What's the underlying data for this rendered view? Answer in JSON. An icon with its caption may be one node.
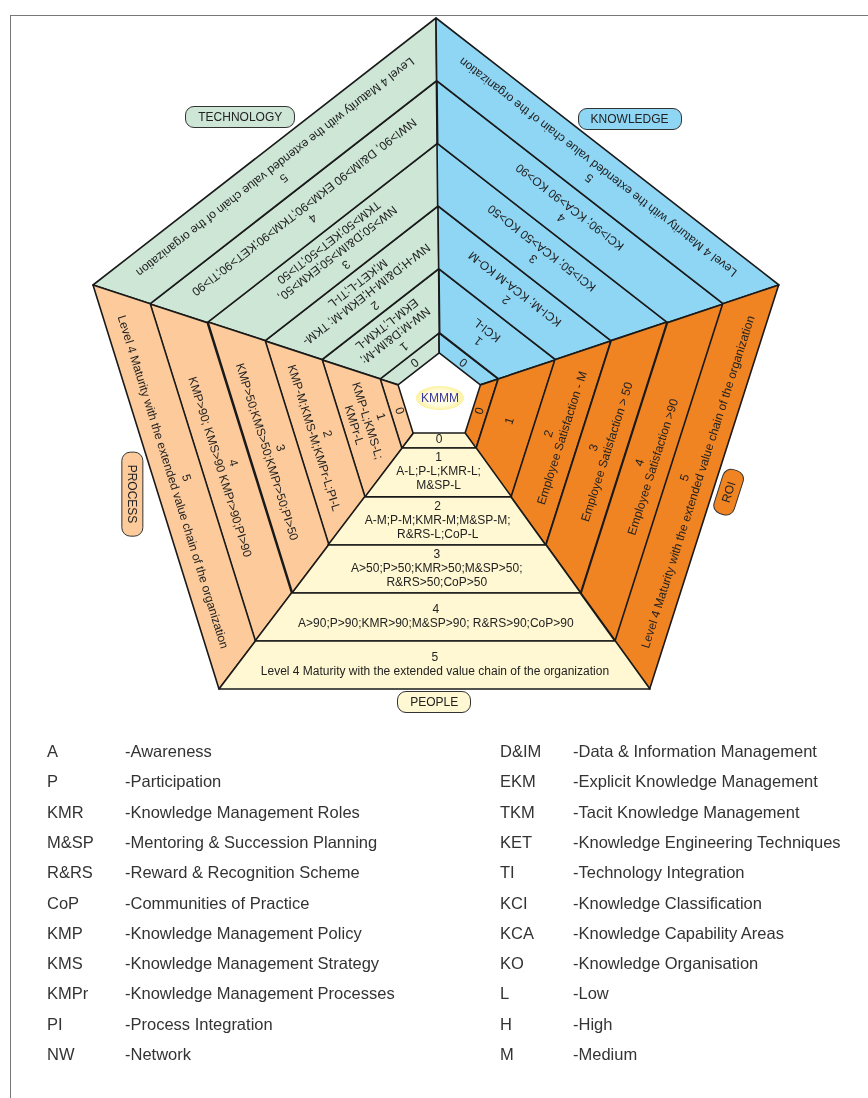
{
  "diagram": {
    "nodes": [
      {
        "text": [
          "KMMM"
        ]
      },
      {
        "text": [
          "TECHNOLOGY"
        ]
      },
      {
        "text": [
          "0"
        ]
      },
      {
        "text": [
          "1",
          "NW-M;D&IM-M; EKM-L;TKM-L"
        ]
      },
      {
        "text": [
          "2",
          "NW-H;D&IM-H;EKM-M; TKM-M;KET-L;TI-L"
        ]
      },
      {
        "text": [
          "3",
          "NW>50;D&IM>50;EKM>50, TKM>50;KET>50;TI>50"
        ]
      },
      {
        "text": [
          "4",
          "NWI>90, D&IM>90 EKM>90;TKM>90;KET>90;TI>90"
        ]
      },
      {
        "text": [
          "5",
          "Level 4 Maturity with the extended value chain of the organization"
        ]
      },
      {
        "text": [
          "KNOWLEDGE"
        ]
      },
      {
        "text": [
          "0"
        ]
      },
      {
        "text": [
          "1",
          "KCI-L"
        ]
      },
      {
        "text": [
          "2",
          "KCI-M; KCA-M KO-M"
        ]
      },
      {
        "text": [
          "3",
          "KCI>50; KCA>50 KO>50"
        ]
      },
      {
        "text": [
          "4",
          "KCI>90; KCA>90 KO>90"
        ]
      },
      {
        "text": [
          "5",
          "Level 4 Maturity with the extended value chain of the organization"
        ]
      },
      {
        "text": [
          "PROCESS"
        ]
      },
      {
        "text": [
          "0"
        ]
      },
      {
        "text": [
          "1",
          "KMP-L;KMS-L; KMPr-L"
        ]
      },
      {
        "text": [
          "2",
          "KMP-M;KMS-M;KMPr-L;PI-L"
        ]
      },
      {
        "text": [
          "3",
          "KMP>50;KMS>50;KMPr>50;PI>50"
        ]
      },
      {
        "text": [
          "4",
          "KMP>90; KMS>90 KMPr>90;PI>90"
        ]
      },
      {
        "text": [
          "5",
          "Level 4 Maturity with the extended value chain of the organization"
        ]
      },
      {
        "text": [
          "ROI"
        ]
      },
      {
        "text": [
          "0"
        ]
      },
      {
        "text": [
          "1"
        ]
      },
      {
        "text": [
          "2",
          "Employee Satisfaction - M"
        ]
      },
      {
        "text": [
          "3",
          "Employee Satisfaction > 50"
        ]
      },
      {
        "text": [
          "4",
          "Employee Satisfaction >90"
        ]
      },
      {
        "text": [
          "5",
          "Level 4 Maturity with the extended value chain of the organization"
        ]
      },
      {
        "text": [
          "PEOPLE"
        ]
      },
      {
        "text": [
          "0"
        ]
      },
      {
        "text": [
          "1",
          "A-L;P-L;KMR-L; M&SP-L"
        ]
      },
      {
        "text": [
          "2",
          "A-M;P-M;KMR-M;M&SP-M; R&RS-L;CoP-L"
        ]
      },
      {
        "text": [
          "3",
          "A>50;P>50;KMR>50;M&SP>50; R&RS>50;CoP>50"
        ]
      },
      {
        "text": [
          "4",
          "A>90;P>90;KMR>90;M&SP>90; R&RS>90;CoP>90"
        ]
      },
      {
        "text": [
          "5",
          "Level 4 Maturity with the extended value chain of the organization"
        ]
      }
    ],
    "labels": [
      "A",
      "-Awareness",
      "D&IM",
      "-Data & Information Management",
      "P",
      "-Participation",
      "EKM",
      "-Explicit Knowledge Management",
      "KMR",
      "-Knowledge Management Roles",
      "TKM",
      "-Tacit Knowledge Management",
      "M&SP",
      "-Mentoring & Succession Planning",
      "KET",
      "-Knowledge Engineering Techniques",
      "R&RS",
      "-Reward & Recognition Scheme",
      "TI",
      "-Technology Integration",
      "CoP",
      "-Communities of Practice",
      "KCI",
      "-Knowledge Classification",
      "KMP",
      "-Knowledge Management Policy",
      "KCA",
      "-Knowledge Capability Areas",
      "KMS",
      "-Knowledge Management Strategy",
      "KO",
      "-Knowledge Organisation",
      "KMPr",
      "-Knowledge Management Processes",
      "L",
      "-Low",
      "PI",
      "-Process Integration",
      "H",
      "-High",
      "NW",
      "-Network",
      "M",
      "-Medium"
    ]
  }
}
